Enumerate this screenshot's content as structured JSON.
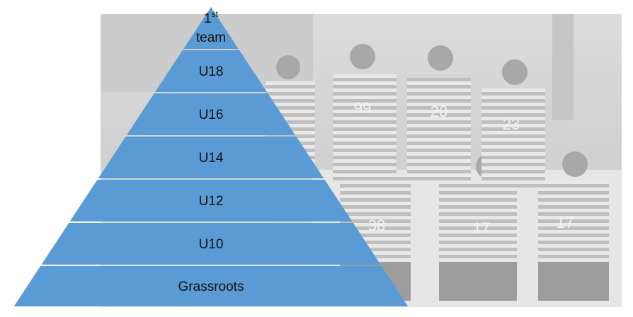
{
  "pyramid": {
    "fill_color": "#5b9bd5",
    "levels": [
      {
        "label": "1",
        "sup": "st",
        "label2": "team"
      },
      {
        "label": "U18"
      },
      {
        "label": "U16"
      },
      {
        "label": "U14"
      },
      {
        "label": "U12"
      },
      {
        "label": "U10"
      },
      {
        "label": "Grassroots"
      }
    ]
  },
  "photo": {
    "jersey_numbers": [
      "99",
      "20",
      "23",
      "38",
      "17",
      "17"
    ]
  }
}
